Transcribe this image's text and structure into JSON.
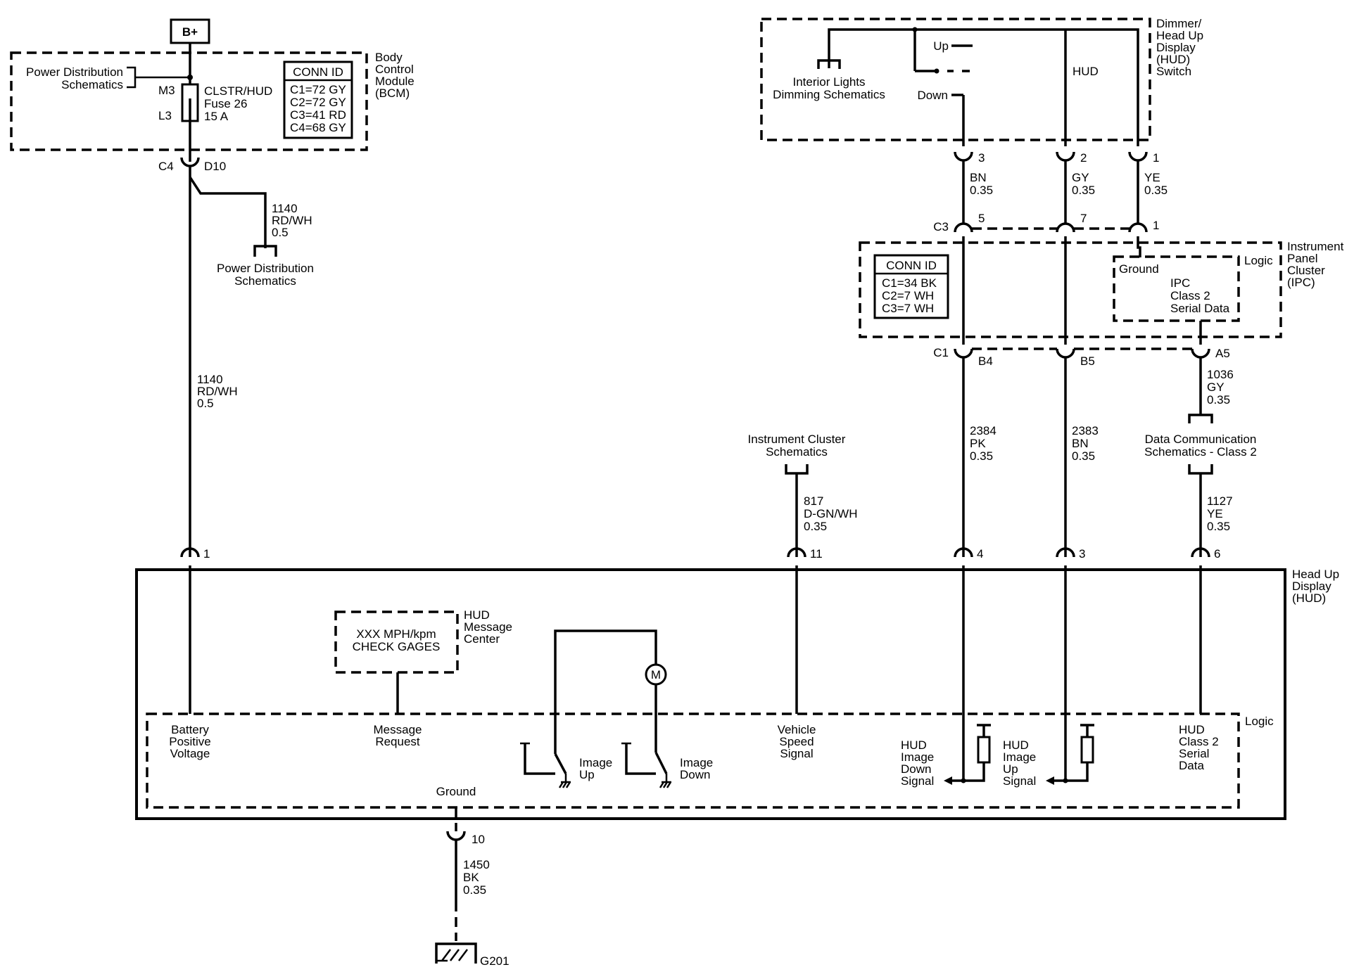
{
  "supply": {
    "label": "B+"
  },
  "bcm": {
    "name": [
      "Body",
      "Control",
      "Module",
      "(BCM)"
    ],
    "power_ref": [
      "Power Distribution",
      "Schematics"
    ],
    "pin_top": "M3",
    "pin_bottom": "L3",
    "fuse": [
      "CLSTR/HUD",
      "Fuse 26",
      "15 A"
    ],
    "conn_title": "CONN ID",
    "conn": [
      "C1=72 GY",
      "C2=72 GY",
      "C3=41 RD",
      "C4=68 GY"
    ]
  },
  "bcm_out": {
    "connector": "C4",
    "pin": "D10"
  },
  "splice_branch": {
    "wire": [
      "1140",
      "RD/WH",
      "0.5"
    ],
    "ref": [
      "Power Distribution",
      "Schematics"
    ]
  },
  "main_wire": [
    "1140",
    "RD/WH",
    "0.5"
  ],
  "switch": {
    "name": [
      "Dimmer/",
      "Head Up",
      "Display",
      "(HUD)",
      "Switch"
    ],
    "up": "Up",
    "down": "Down",
    "hud": "HUD",
    "dimming_ref": [
      "Interior Lights",
      "Dimming Schematics"
    ],
    "pins": [
      "3",
      "2",
      "1"
    ],
    "wires": [
      [
        "BN",
        "0.35"
      ],
      [
        "GY",
        "0.35"
      ],
      [
        "YE",
        "0.35"
      ]
    ]
  },
  "ipc": {
    "name": [
      "Instrument",
      "Panel",
      "Cluster",
      "(IPC)"
    ],
    "c3": "C3",
    "c3_pins": [
      "5",
      "7",
      "1"
    ],
    "conn_title": "CONN ID",
    "conn": [
      "C1=34 BK",
      "C2=7 WH",
      "C3=7 WH"
    ],
    "logic": "Logic",
    "ground": "Ground",
    "serial": [
      "IPC",
      "Class 2",
      "Serial Data"
    ],
    "c1": "C1",
    "c1_pins": [
      "B4",
      "B5",
      "A5"
    ]
  },
  "wires_mid": {
    "pk": [
      "2384",
      "PK",
      "0.35"
    ],
    "bn": [
      "2383",
      "BN",
      "0.35"
    ],
    "gy": [
      "1036",
      "GY",
      "0.35"
    ],
    "ye": [
      "1127",
      "YE",
      "0.35"
    ],
    "dgn": [
      "817",
      "D-GN/WH",
      "0.35"
    ]
  },
  "refs": {
    "cluster": [
      "Instrument Cluster",
      "Schematics"
    ],
    "datacomm": [
      "Data Communication",
      "Schematics - Class 2"
    ]
  },
  "hud": {
    "name": [
      "Head Up",
      "Display",
      "(HUD)"
    ],
    "pins": [
      "1",
      "11",
      "4",
      "3",
      "6"
    ],
    "msg_center": [
      "HUD",
      "Message",
      "Center"
    ],
    "msg_text": [
      "XXX MPH/kpm",
      "CHECK GAGES"
    ],
    "motor": "M",
    "logic": "Logic",
    "battery": [
      "Battery",
      "Positive",
      "Voltage"
    ],
    "message_req": [
      "Message",
      "Request"
    ],
    "image_up": [
      "Image",
      "Up"
    ],
    "image_down": [
      "Image",
      "Down"
    ],
    "vss": [
      "Vehicle",
      "Speed",
      "Signal"
    ],
    "img_down_sig": [
      "HUD",
      "Image",
      "Down",
      "Signal"
    ],
    "img_up_sig": [
      "HUD",
      "Image",
      "Up",
      "Signal"
    ],
    "serial": [
      "HUD",
      "Class 2",
      "Serial",
      "Data"
    ],
    "ground": "Ground",
    "ground_pin": "10"
  },
  "ground_wire": [
    "1450",
    "BK",
    "0.35"
  ],
  "ground_point": "G201"
}
